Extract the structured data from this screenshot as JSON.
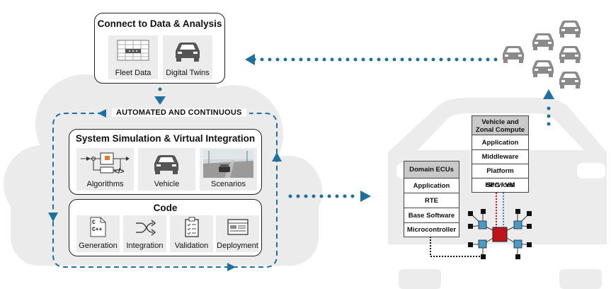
{
  "connect": {
    "title": "Connect to Data & Analysis",
    "tiles": [
      {
        "label": "Fleet Data",
        "icon": "server-rack-icon"
      },
      {
        "label": "Digital Twins",
        "icon": "car-icon"
      }
    ]
  },
  "loop": {
    "banner": "AUTOMATED AND CONTINUOUS"
  },
  "simulation": {
    "title": "System Simulation & Virtual Integration",
    "tiles": [
      {
        "label": "Algorithms",
        "icon": "block-diagram-icon",
        "code_glyph": "</>"
      },
      {
        "label": "Vehicle",
        "icon": "car-icon"
      },
      {
        "label": "Scenarios",
        "icon": "road-scene-icon"
      }
    ]
  },
  "code": {
    "title": "Code",
    "tiles": [
      {
        "label": "Generation",
        "icon": "code-file-icon",
        "glyph_line1": "C",
        "glyph_line2": "C++"
      },
      {
        "label": "Integration",
        "icon": "shuffle-icon"
      },
      {
        "label": "Validation",
        "icon": "clipboard-checklist-icon"
      },
      {
        "label": "Deployment",
        "icon": "browser-window-icon"
      }
    ]
  },
  "domain_ecus": {
    "title": "Domain ECUs",
    "rows": [
      "Application",
      "RTE",
      "Base Software",
      "Microcontroller"
    ]
  },
  "zonal": {
    "title": "Vehicle and Zonal Compute",
    "rows": [
      "Application",
      "Middleware",
      "Platform Services",
      "HPC / VM"
    ]
  },
  "colors": {
    "accent_blue": "#1f6f9f",
    "cloud_gray": "#e9e9e9",
    "network_teal": "#4a9cc8",
    "compute_red": "#c0141c",
    "header_gray": "#c9c9c9"
  }
}
